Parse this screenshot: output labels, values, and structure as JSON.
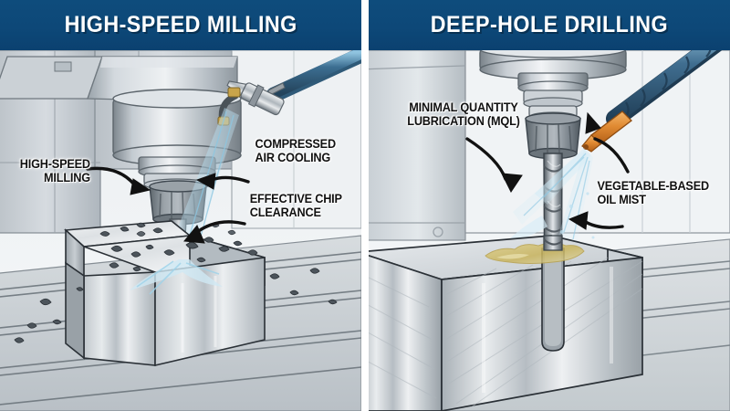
{
  "image": {
    "type": "technical-illustration",
    "subject": "Dry and near-dry machining comparison",
    "panel_count": 2,
    "colors": {
      "header_blue": "#0e4c7c",
      "header_text": "#ffffff",
      "callout_text": "#111111",
      "panel_background": "#f2f4f6",
      "machine_grey": "#c9ced3",
      "steel_light": "#e3e7ea",
      "steel_dark": "#7e868d",
      "coolant_blue": "#bfe0f0",
      "hose_blue": "#3f6f91",
      "nozzle_orange": "#e08a32",
      "oil_yellow": "#d8c77a",
      "divider_white": "#ffffff"
    }
  },
  "panels": [
    {
      "id": "high-speed-milling",
      "header": {
        "title": "HIGH-SPEED MILLING"
      },
      "callouts": [
        {
          "id": "high-speed-milling",
          "line1": "HIGH-SPEED",
          "line2": "MILLING",
          "arrow": "curved-arrow-right"
        },
        {
          "id": "compressed-air-cooling",
          "line1": "COMPRESSED",
          "line2": "AIR COOLING",
          "arrow": "curved-arrow-left"
        },
        {
          "id": "effective-chip-clearance",
          "line1": "EFFECTIVE CHIP",
          "line2": "CLEARANCE",
          "arrow": "curved-arrow-left-down"
        }
      ],
      "scene": {
        "machine": "cnc-vertical-milling-spindle",
        "tool": "end-mill-cutter",
        "holder": "collet-chuck",
        "workpiece": "stepped-steel-block",
        "table": "t-slot-machine-table",
        "coolant": "compressed-air-jet",
        "nozzle": "chrome-air-nozzle",
        "hose": "blue-steel-air-hose",
        "debris": "metal-chips-swarf"
      }
    },
    {
      "id": "deep-hole-drilling",
      "header": {
        "title": "DEEP-HOLE DRILLING"
      },
      "callouts": [
        {
          "id": "minimal-quantity-lubrication",
          "line1": "MINIMAL QUANTITY",
          "line2": "LUBRICATION (MQL)",
          "arrow": "curved-arrow-down-right"
        },
        {
          "id": "vegetable-based-oil-mist",
          "line1": "VEGETABLE-BASED",
          "line2": "OIL MIST",
          "arrow": "curved-arrow-up-left"
        }
      ],
      "scene": {
        "machine": "cnc-drilling-spindle",
        "tool": "twist-drill-bit",
        "holder": "collet-chuck",
        "workpiece": "sectioned-steel-block",
        "table": "t-slot-machine-table",
        "coolant": "vegetable-oil-mist-spray",
        "nozzle": "orange-cone-mql-nozzle",
        "hose": "blue-segmented-loc-line-hose",
        "feature": "deep-drilled-hole",
        "residue": "oil-film-puddle"
      }
    }
  ]
}
